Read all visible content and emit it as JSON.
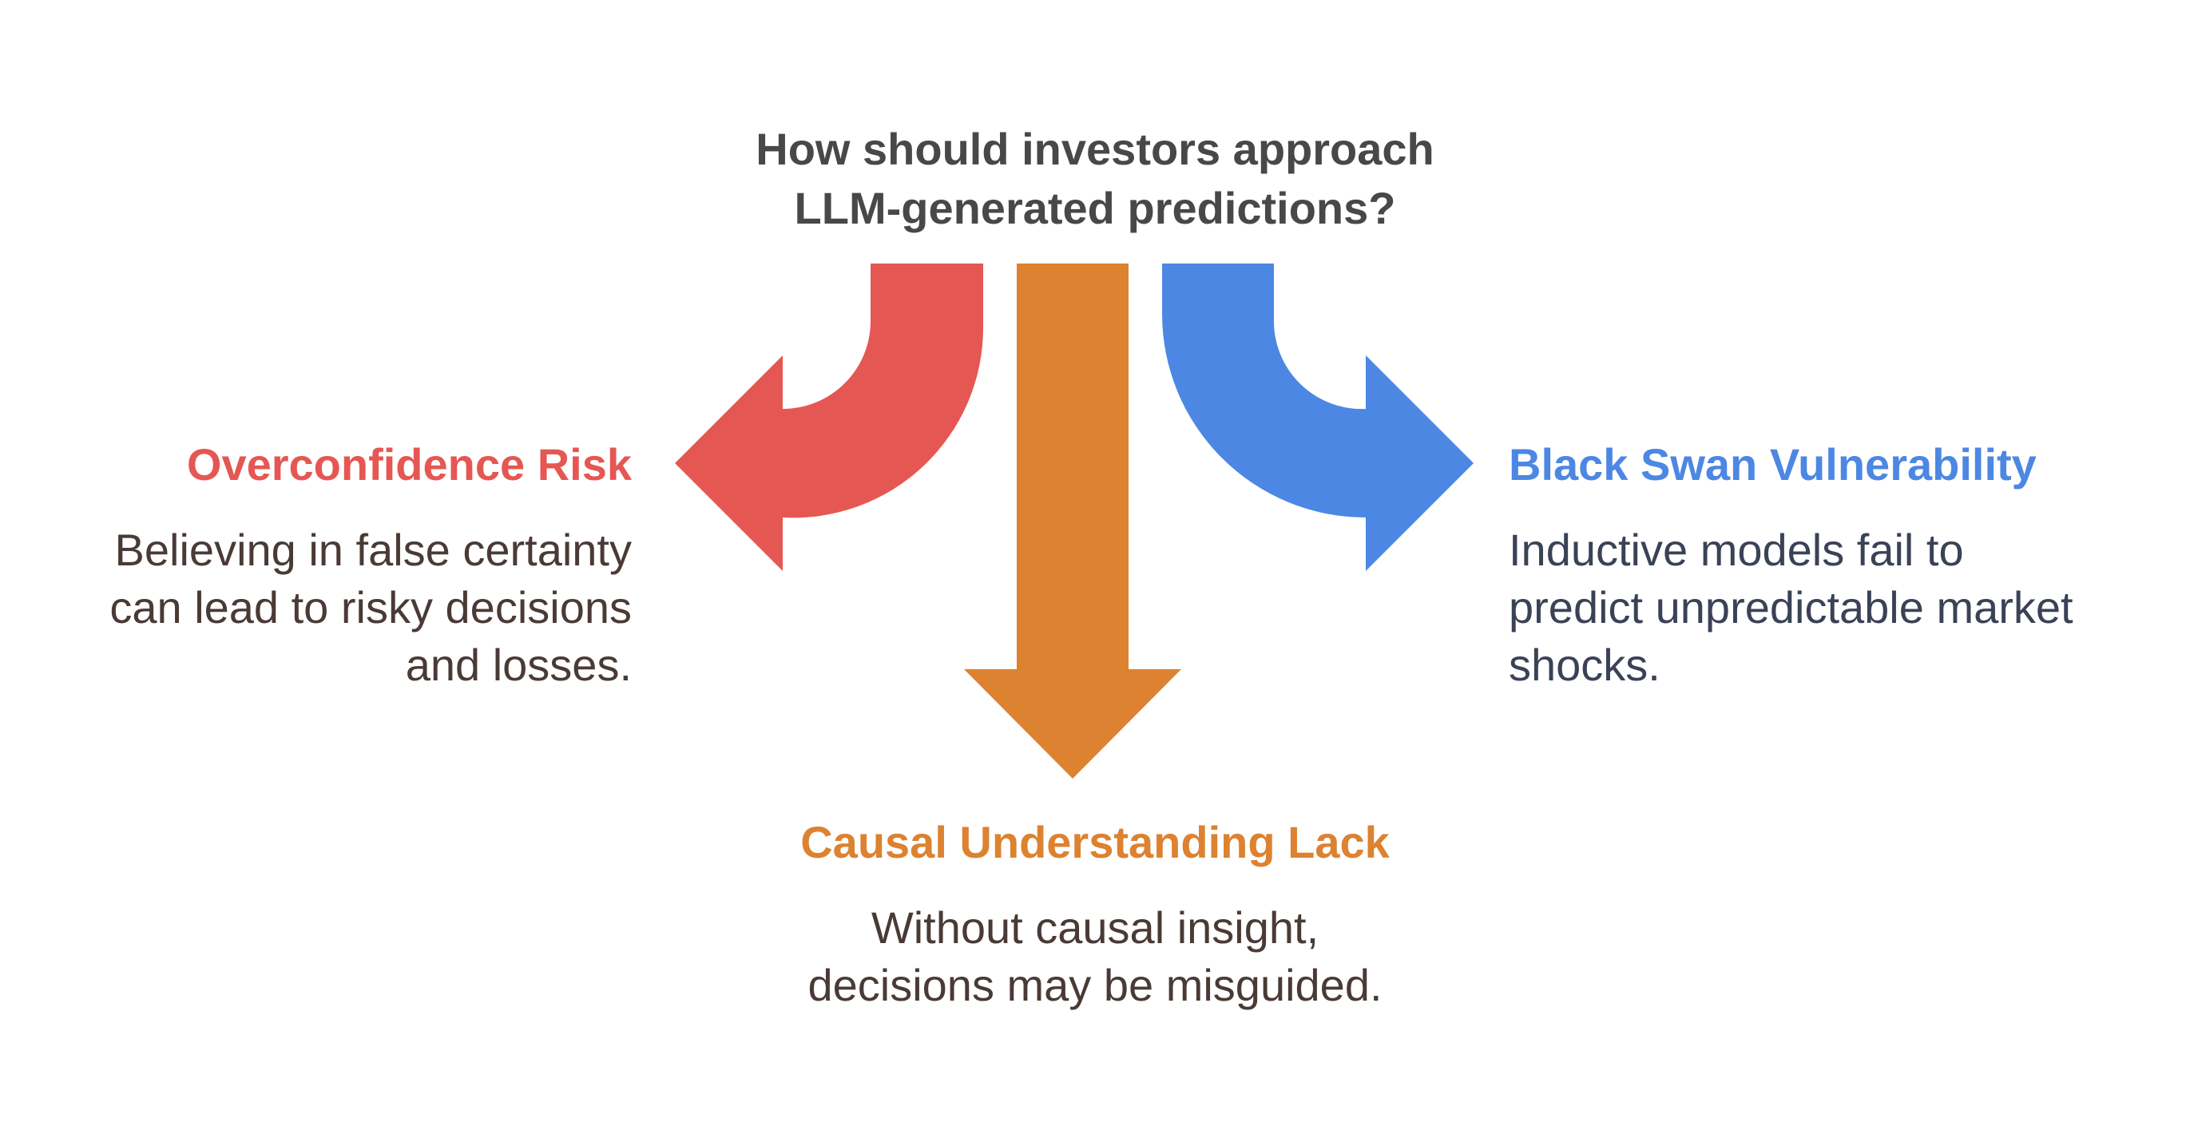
{
  "question": {
    "line1": "How should investors approach",
    "line2": "LLM-generated predictions?"
  },
  "branches": {
    "left": {
      "title": "Overconfidence Risk",
      "text": [
        "Believing in false certainty",
        "can lead to risky decisions",
        "and losses."
      ],
      "color": "#e55753"
    },
    "center": {
      "title": "Causal Understanding Lack",
      "text": [
        "Without causal insight,",
        "decisions may be misguided."
      ],
      "color": "#dc8230"
    },
    "right": {
      "title": "Black Swan Vulnerability",
      "text": [
        "Inductive models fail to",
        "predict unpredictable market",
        "shocks."
      ],
      "color": "#4c87e3"
    }
  }
}
